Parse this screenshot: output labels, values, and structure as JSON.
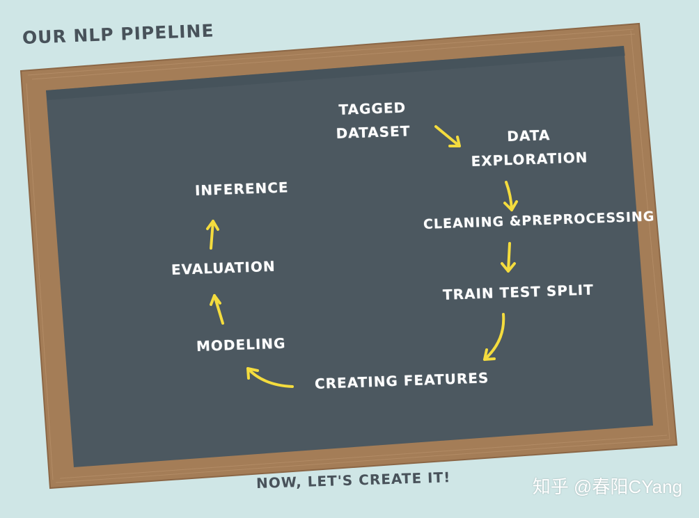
{
  "header": {
    "title": "OUR NLP PIPELINE"
  },
  "footer": {
    "caption": "NOW, LET'S CREATE iT!",
    "watermark": "知乎 @春阳CYang"
  },
  "pipeline": {
    "steps": [
      {
        "id": "tagged-dataset",
        "lines": [
          "TAGGED",
          "DATASET"
        ]
      },
      {
        "id": "data-exploration",
        "lines": [
          "DATA",
          "EXPLORATiON"
        ]
      },
      {
        "id": "cleaning",
        "lines": [
          "CLEANiNG &PREPROCESSiNG"
        ]
      },
      {
        "id": "train-test-split",
        "lines": [
          "TRAiN TEST SPLiT"
        ]
      },
      {
        "id": "creating-features",
        "lines": [
          "CREATiNG FEATURES"
        ]
      },
      {
        "id": "modeling",
        "lines": [
          "MODELiNG"
        ]
      },
      {
        "id": "evaluation",
        "lines": [
          "EVALUATiON"
        ]
      },
      {
        "id": "inference",
        "lines": [
          "iNFERENCE"
        ]
      }
    ]
  },
  "colors": {
    "background": "#cfe6e6",
    "frame": "#a47d57",
    "board": "#4c5860",
    "arrow": "#f4dc3e",
    "text": "#ffffff",
    "heading": "#48525a"
  }
}
